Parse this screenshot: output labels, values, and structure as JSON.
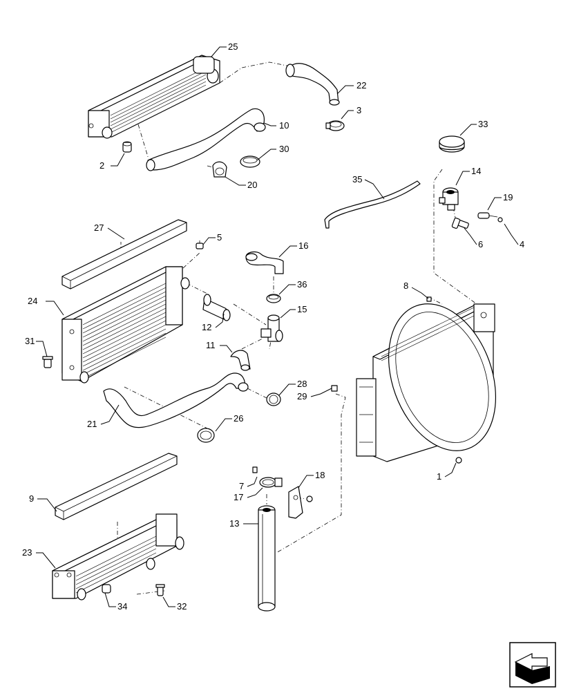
{
  "diagram": {
    "type": "exploded-parts-view",
    "callouts": [
      "1",
      "2",
      "3",
      "4",
      "5",
      "6",
      "7",
      "8",
      "9",
      "10",
      "11",
      "12",
      "13",
      "14",
      "15",
      "16",
      "17",
      "18",
      "19",
      "20",
      "21",
      "22",
      "23",
      "24",
      "25",
      "26",
      "27",
      "28",
      "29",
      "30",
      "31",
      "32",
      "33",
      "34",
      "35",
      "36"
    ]
  },
  "nav_icon": "arrow-icon"
}
